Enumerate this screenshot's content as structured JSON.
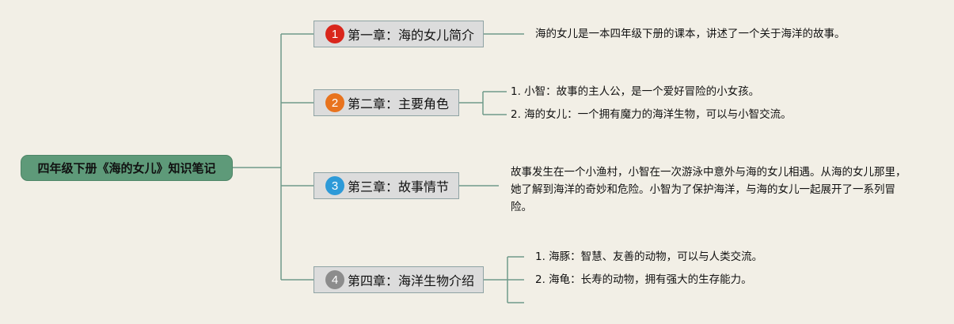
{
  "root": {
    "title": "四年级下册《海的女儿》知识笔记"
  },
  "chapters": [
    {
      "number": "1",
      "title": "第一章：海的女儿简介",
      "badge_color": "#d9261c",
      "details": [
        "海的女儿是一本四年级下册的课本，讲述了一个关于海洋的故事。"
      ]
    },
    {
      "number": "2",
      "title": "第二章：主要角色",
      "badge_color": "#e8731e",
      "details": [
        "1. 小智：故事的主人公，是一个爱好冒险的小女孩。",
        "2. 海的女儿：一个拥有魔力的海洋生物，可以与小智交流。"
      ]
    },
    {
      "number": "3",
      "title": "第三章：故事情节",
      "badge_color": "#2d9ad8",
      "details": [
        "故事发生在一个小渔村，小智在一次游泳中意外与海的女儿相遇。从海的女儿那里，她了解到海洋的奇妙和危险。小智为了保护海洋，与海的女儿一起展开了一系列冒险。"
      ]
    },
    {
      "number": "4",
      "title": "第四章：海洋生物介绍",
      "badge_color": "#8c8c8c",
      "details": [
        "1. 海豚：智慧、友善的动物，可以与人类交流。",
        "2. 海龟：长寿的动物，拥有强大的生存能力。"
      ]
    }
  ],
  "colors": {
    "line": "#6f9a8a",
    "background": "#f2efe6",
    "root_fill": "#5e9a79"
  }
}
